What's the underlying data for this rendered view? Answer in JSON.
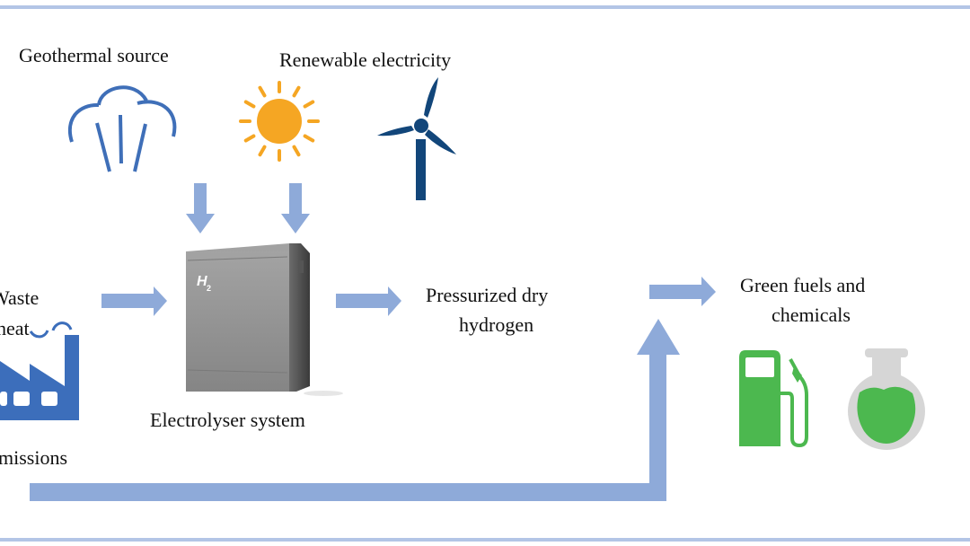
{
  "diagram": {
    "title_labels": {
      "geothermal": "Geothermal source",
      "renewable": "Renewable electricity",
      "waste_heat_line1": "Waste",
      "waste_heat_line2": "heat",
      "emissions": "missions",
      "electrolyser": "Electrolyser system",
      "hydrogen_line1": "Pressurized dry",
      "hydrogen_line2": "hydrogen",
      "green_line1": "Green fuels and",
      "green_line2": "chemicals",
      "device_badge_main": "H",
      "device_badge_sub": "2"
    },
    "icons": {
      "geothermal": "geothermal-steam-icon",
      "sun": "sun-icon",
      "wind": "wind-turbine-icon",
      "factory": "factory-icon",
      "electrolyser": "electrolyser-device-icon",
      "fuel": "fuel-pump-icon",
      "flask": "chemical-flask-icon"
    },
    "colors": {
      "arrow": "#8eaad9",
      "border": "#b3c5e6",
      "geothermal": "#3f6fb8",
      "sun": "#f5a623",
      "wind": "#12467a",
      "factory": "#3c6ebb",
      "green": "#4cb84f",
      "flask_glass": "#d6d6d6",
      "device": "#8a8a8a"
    },
    "flows": [
      {
        "from": "Geothermal source",
        "to": "Electrolyser system"
      },
      {
        "from": "Renewable electricity",
        "to": "Electrolyser system"
      },
      {
        "from": "Waste heat",
        "to": "Electrolyser system"
      },
      {
        "from": "Electrolyser system",
        "to": "Pressurized dry hydrogen"
      },
      {
        "from": "Pressurized dry hydrogen",
        "to": "Green fuels and chemicals"
      },
      {
        "from": "Emissions",
        "to": "Green fuels and chemicals"
      }
    ]
  }
}
